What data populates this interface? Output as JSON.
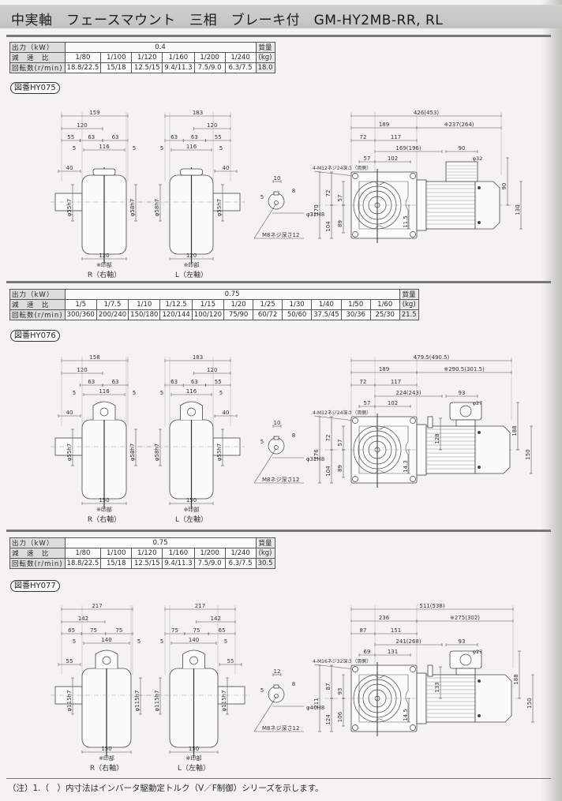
{
  "title": "中実軸　フェースマウント　三相　ブレーキ付　GM-HY2MB-RR, RL",
  "row_labels": {
    "output": "出力（kW）",
    "ratio": "減　速　比",
    "speed": "回転数(r/min)",
    "mass_top": "質量",
    "mass_unit": "(kg)"
  },
  "sections": [
    {
      "output": "0.4",
      "ratios": [
        "1/80",
        "1/100",
        "1/120",
        "1/160",
        "1/200",
        "1/240"
      ],
      "speeds": [
        "18.8/22.5",
        "15/18",
        "12.5/15",
        "9.4/11.3",
        "7.5/9.0",
        "6.3/7.5"
      ],
      "mass": "18.0",
      "figure": "図番HY075",
      "r_view": {
        "overall": "159",
        "partial": "120",
        "seg": [
          "55",
          "63",
          "63"
        ],
        "gap": [
          "5",
          "116",
          "5"
        ],
        "shaft": "40",
        "dia_left": "φ55h7",
        "dia_right": "φ58h7",
        "bottom": "120",
        "mark": "※印部",
        "caption": "R（右軸）"
      },
      "l_view": {
        "overall": "183",
        "partial": "120",
        "seg": [
          "63",
          "63",
          "55"
        ],
        "gap": [
          "5",
          "116",
          "5"
        ],
        "shaft": "40",
        "dia_left": "φ58h7",
        "dia_right": "φ55h7",
        "bottom": "120",
        "mark": "※印部",
        "caption": "L（左軸）"
      },
      "shaft_end": {
        "key": "10",
        "depth": "5",
        "height": "8",
        "bore": "φ32H8",
        "tap": "M8ネジ深さ12"
      },
      "motor": {
        "note": "4-M12ネジ24深さ（両側）",
        "overall": "426(453)",
        "left": "189",
        "right": "※237(264)",
        "a": "72",
        "b": "117",
        "c": "169(196)",
        "d": "90",
        "e": "57",
        "f": "102",
        "v_total": "170",
        "v_lower": "104",
        "v_upper": "72",
        "v_mid_up": "57",
        "v_mid_low": "89",
        "offset": "11.5",
        "r1": "90",
        "r2": "130",
        "extra": "φ32",
        "flange": null
      }
    },
    {
      "output": "0.75",
      "ratios": [
        "1/5",
        "1/7.5",
        "1/10",
        "1/12.5",
        "1/15",
        "1/20",
        "1/25",
        "1/30",
        "1/40",
        "1/50",
        "1/60"
      ],
      "speeds": [
        "300/360",
        "200/240",
        "150/180",
        "120/144",
        "100/120",
        "75/90",
        "60/72",
        "50/60",
        "37.5/45",
        "30/36",
        "25/30"
      ],
      "mass": "21.5",
      "figure": "図番HY076",
      "r_view": {
        "overall": "158",
        "partial": "120",
        "seg": [
          "",
          "63",
          "63"
        ],
        "gap": [
          "5",
          "116",
          "5"
        ],
        "shaft": "40",
        "dia_left": "φ55h7",
        "dia_right": "φ58h7",
        "bottom": "150",
        "mark": "※印部",
        "caption": "R（右軸）"
      },
      "l_view": {
        "overall": "183",
        "partial": "120",
        "seg": [
          "63",
          "63",
          "55"
        ],
        "gap": [
          "5",
          "116",
          "5"
        ],
        "shaft": "40",
        "dia_left": "φ58h7",
        "dia_right": "φ55h7",
        "bottom": "150",
        "mark": "※印部",
        "caption": "L（左軸）"
      },
      "shaft_end": {
        "key": "10",
        "depth": "5",
        "height": "8",
        "bore": "φ32H8",
        "tap": "M8ネジ深さ12"
      },
      "motor": {
        "note": "4-M12ネジ24深さ（両側）",
        "overall": "479.5(490.5)",
        "left": "189",
        "right": "※290.5(301.5)",
        "a": "72",
        "b": "117",
        "c": "224(243)",
        "d": "93",
        "e": "57",
        "f": "102",
        "v_total": "176",
        "v_lower": "104",
        "v_upper": "72",
        "v_mid_up": "57",
        "v_mid_low": "89",
        "offset": "14.3",
        "r1": "188",
        "r2": "150",
        "extra": "φ27",
        "flange": "128"
      }
    },
    {
      "output": "0.75",
      "ratios": [
        "1/80",
        "1/100",
        "1/120",
        "1/160",
        "1/200",
        "1/240"
      ],
      "speeds": [
        "18.8/22.5",
        "15/18",
        "12.5/15",
        "9.4/11.3",
        "7.5/9.0",
        "6.3/7.5"
      ],
      "mass": "30.5",
      "figure": "図番HY077",
      "r_view": {
        "overall": "217",
        "partial": "142",
        "seg": [
          "65",
          "75",
          "75"
        ],
        "gap": [
          "5",
          "140",
          "5"
        ],
        "shaft": "55",
        "dia_left": "φ115h7",
        "dia_right": "φ115h7",
        "bottom": "150",
        "mark": "※印部",
        "caption": "R（右軸）"
      },
      "l_view": {
        "overall": "217",
        "partial": "142",
        "seg": [
          "75",
          "75",
          "65"
        ],
        "gap": [
          "5",
          "140",
          "5"
        ],
        "shaft": "55",
        "dia_left": "φ115h7",
        "dia_right": "φ115h7",
        "bottom": "150",
        "mark": "※印部",
        "caption": "L（左軸）"
      },
      "shaft_end": {
        "key": "12",
        "depth": "5",
        "height": "8",
        "bore": "φ40H8",
        "tap": "M8ネジ深さ12"
      },
      "motor": {
        "note": "4-M16ネジ32深さ（両側）",
        "overall": "511(538)",
        "left": "236",
        "right": "※275(302)",
        "a": "87",
        "b": "151",
        "c": "241(268)",
        "d": "93",
        "e": "69",
        "f": "131",
        "v_total": "211",
        "v_lower": "124",
        "v_upper": "87",
        "v_mid_up": "93",
        "v_mid_low": "106",
        "offset": "14.5",
        "r1": "188",
        "r2": "150",
        "extra": "φ27",
        "flange": "133"
      }
    }
  ],
  "footnote": "（注）1.（　）内寸法はインバータ駆動定トルク（V／F制御）シリーズを示します。"
}
